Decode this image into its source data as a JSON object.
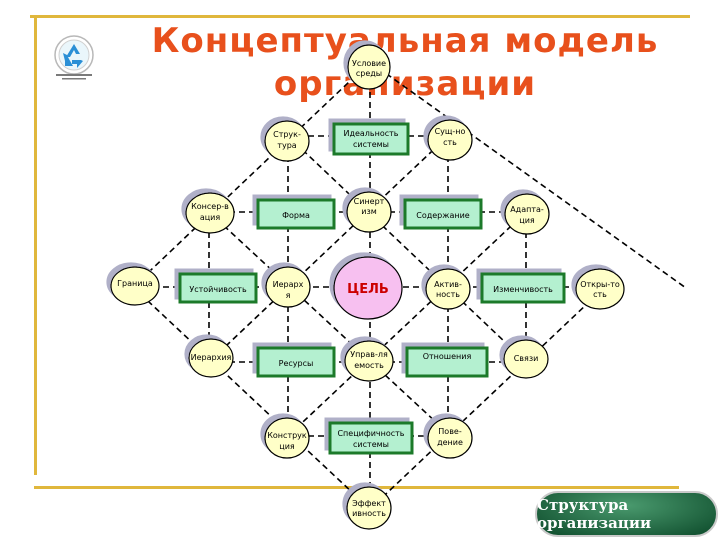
{
  "title": "Концептуальная модель организации",
  "badge": "Структура организации",
  "logo_icon": "recycle-icon",
  "colors": {
    "title": "#e8501c",
    "rule": "#e0b73c",
    "node_fill": "#ffffc8",
    "box_fill": "#b4f0d0",
    "box_border": "#1a7a2a",
    "goal_fill": "#f7c0f0",
    "goal_text": "#cc0000"
  },
  "nodes": {
    "usloviya": [
      "Условие",
      "среды"
    ],
    "struktura": [
      "Струк-",
      "тура"
    ],
    "sushch": [
      "Сущ-но",
      "сть"
    ],
    "konserv": [
      "Консер-в",
      "ация"
    ],
    "sinergizm": [
      "Синерт",
      "изм"
    ],
    "adaptatsiya": [
      "Адапта-",
      "ция"
    ],
    "granitsa": [
      "Граница"
    ],
    "ierarkhiya_top": [
      "Иерарх",
      "я"
    ],
    "tsel": [
      "ЦЕЛЬ"
    ],
    "aktivnost": [
      "Актив-",
      "ность"
    ],
    "otkrytost": [
      "Откры-то",
      "сть"
    ],
    "ierarkhiya": [
      "Иерархия"
    ],
    "upravlyaemost": [
      "Управ-ля",
      "емость"
    ],
    "svyazi": [
      "Связи"
    ],
    "konstruktsiya": [
      "Конструк",
      "ция"
    ],
    "povedenie": [
      "Пове-",
      "дение"
    ],
    "effektivnost": [
      "Эффект",
      "ивность"
    ]
  },
  "boxes": {
    "idealnost": [
      "Идеальность",
      "системы"
    ],
    "forma": [
      "Форма"
    ],
    "soderzhanie": [
      "Содержание"
    ],
    "ustoychivost": [
      "Устойчивость"
    ],
    "izmenchivost": [
      "Изменчивость"
    ],
    "resursy": [
      "Ресурсы"
    ],
    "otnosheniya": [
      "Отношения"
    ],
    "spetsifichnost": [
      "Специфичность",
      "системы"
    ]
  }
}
